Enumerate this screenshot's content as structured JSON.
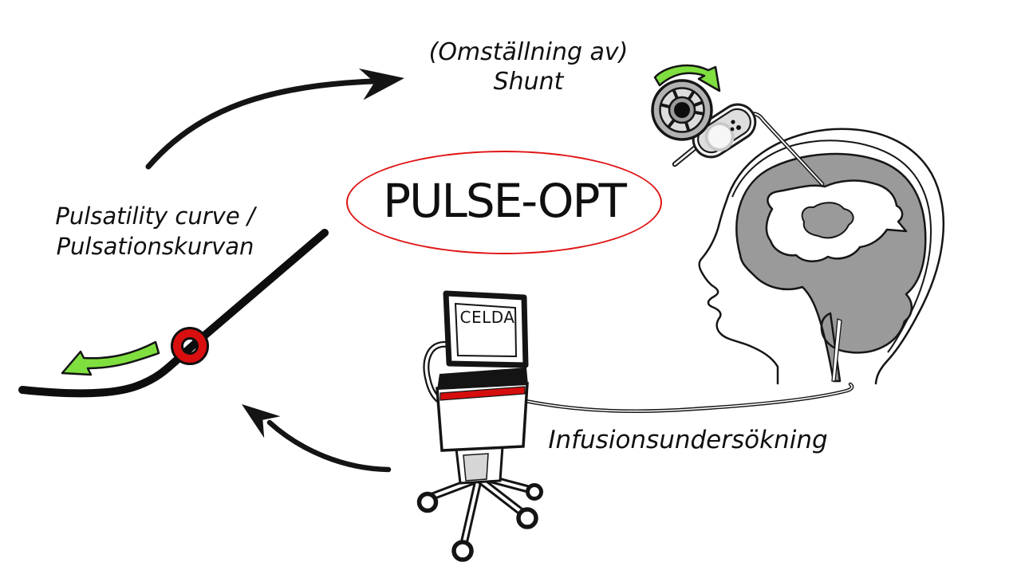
{
  "diagram": {
    "center_label": "PULSE-OPT",
    "top_node": {
      "line1": "(Omställning av)",
      "line2": "Shunt"
    },
    "left_node": {
      "line1": "Pulsatility curve /",
      "line2": "Pulsationskurvan"
    },
    "bottom_node": {
      "label": "Infusionsundersökning"
    },
    "device_screen_label": "CELDA"
  },
  "colors": {
    "accent_red": "#e01515",
    "marker_red": "#d90f0f",
    "stripe_red": "#d60d0d",
    "arrow_green": "#7fdf3f",
    "brain_gray": "#9a9a9a",
    "outline_black": "#141414",
    "background": "#ffffff"
  },
  "icons": {
    "head": "human-head-profile-with-brain",
    "valve": "adjustable-shunt-valve",
    "wheel": "shunt-adjustment-tool",
    "machine": "celda-infusion-apparatus",
    "marker": "red-ring-marker",
    "arrows": "cycle-arrows"
  }
}
